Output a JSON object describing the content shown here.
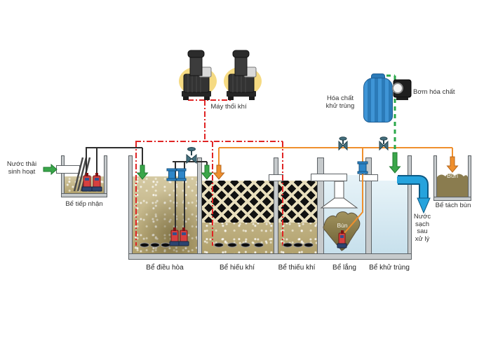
{
  "labels": {
    "inlet_line1": "Nước thải",
    "inlet_line2": "sinh hoạt",
    "receiving_tank": "Bể tiếp nhận",
    "blower": "Máy thổi khí",
    "chemical_line1": "Hóa chất",
    "chemical_line2": "khử trùng",
    "chemical_pump": "Bơm hóa chất",
    "equalization_tank": "Bể điều hòa",
    "aerobic_tank": "Bể hiếu khí",
    "anoxic_tank": "Bể thiếu khí",
    "settling_tank": "Bể lắng",
    "disinfection_tank": "Bể khử trùng",
    "sludge_separation_tank": "Bể tách bùn",
    "sludge_in_settling": "Bùn",
    "sludge_in_tank": "Bùn",
    "outlet_line1": "Nước",
    "outlet_line2": "sạch",
    "outlet_line3": "sau",
    "outlet_line4": "xử lý"
  },
  "colors": {
    "air_line": "#e02424",
    "sludge_line": "#ef8f2d",
    "chemical_line": "#2aa84a",
    "water_arrow_green": "#3aa64a",
    "clean_water_pipe_blue": "#1f9ad6",
    "tank_water_tan": "#c7b885",
    "clarifier_water_blue": "#d9ecf3",
    "sludge_brown": "#8a7c4f",
    "chemical_tank_blue": "#2f86c8",
    "wall_gray": "#c6cacc"
  }
}
